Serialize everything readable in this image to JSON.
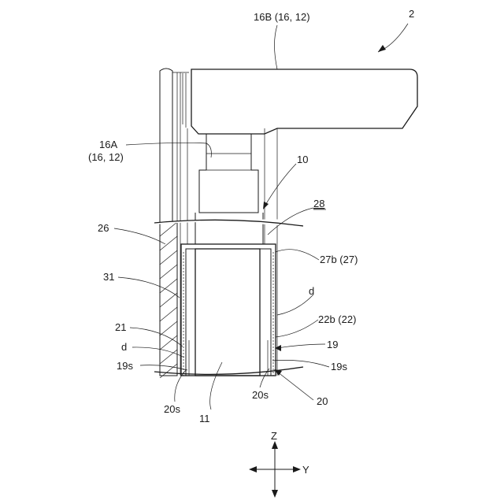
{
  "figure": {
    "labels": {
      "ref_2": "2",
      "ref_16b": "16B (16, 12)",
      "ref_16a_line1": "16A",
      "ref_16a_line2": "(16, 12)",
      "ref_10": "10",
      "ref_28": "28",
      "ref_26": "26",
      "ref_27b": "27b (27)",
      "ref_31": "31",
      "ref_d_right": "d",
      "ref_22b": "22b (22)",
      "ref_21": "21",
      "ref_d_left": "d",
      "ref_19": "19",
      "ref_19s_left": "19s",
      "ref_19s_right": "19s",
      "ref_20s_left": "20s",
      "ref_20s_center": "20s",
      "ref_20": "20",
      "ref_11": "11"
    },
    "axes": {
      "z": "Z",
      "y": "Y"
    }
  }
}
